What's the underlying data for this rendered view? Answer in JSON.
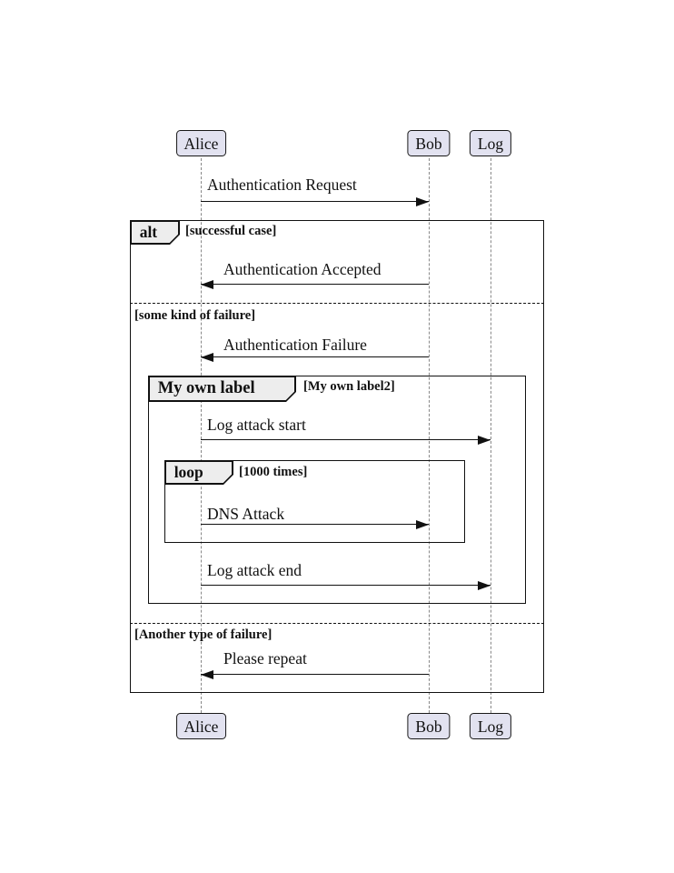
{
  "diagram_type": "uml-sequence-diagram",
  "participants": [
    {
      "name": "Alice"
    },
    {
      "name": "Bob"
    },
    {
      "name": "Log"
    }
  ],
  "messages": [
    {
      "label": "Authentication Request",
      "from": "Alice",
      "to": "Bob"
    },
    {
      "label": "Authentication Accepted",
      "from": "Bob",
      "to": "Alice"
    },
    {
      "label": "Authentication Failure",
      "from": "Bob",
      "to": "Alice"
    },
    {
      "label": "Log attack start",
      "from": "Alice",
      "to": "Log"
    },
    {
      "label": "DNS Attack",
      "from": "Alice",
      "to": "Bob"
    },
    {
      "label": "Log attack end",
      "from": "Alice",
      "to": "Log"
    },
    {
      "label": "Please repeat",
      "from": "Bob",
      "to": "Alice"
    }
  ],
  "fragments": {
    "alt": {
      "operator": "alt",
      "condition": "[successful case]"
    },
    "else1": {
      "label": "[some kind of failure]"
    },
    "group": {
      "operator": "My own label",
      "condition": "[My own label2]"
    },
    "loop": {
      "operator": "loop",
      "condition": "[1000 times]"
    },
    "else2": {
      "label": "[Another type of failure]"
    }
  },
  "colors": {
    "participant_fill": "#E2E2F0",
    "fragment_header_fill": "#EDEDED",
    "line": "#111111",
    "lifeline": "#888888"
  }
}
